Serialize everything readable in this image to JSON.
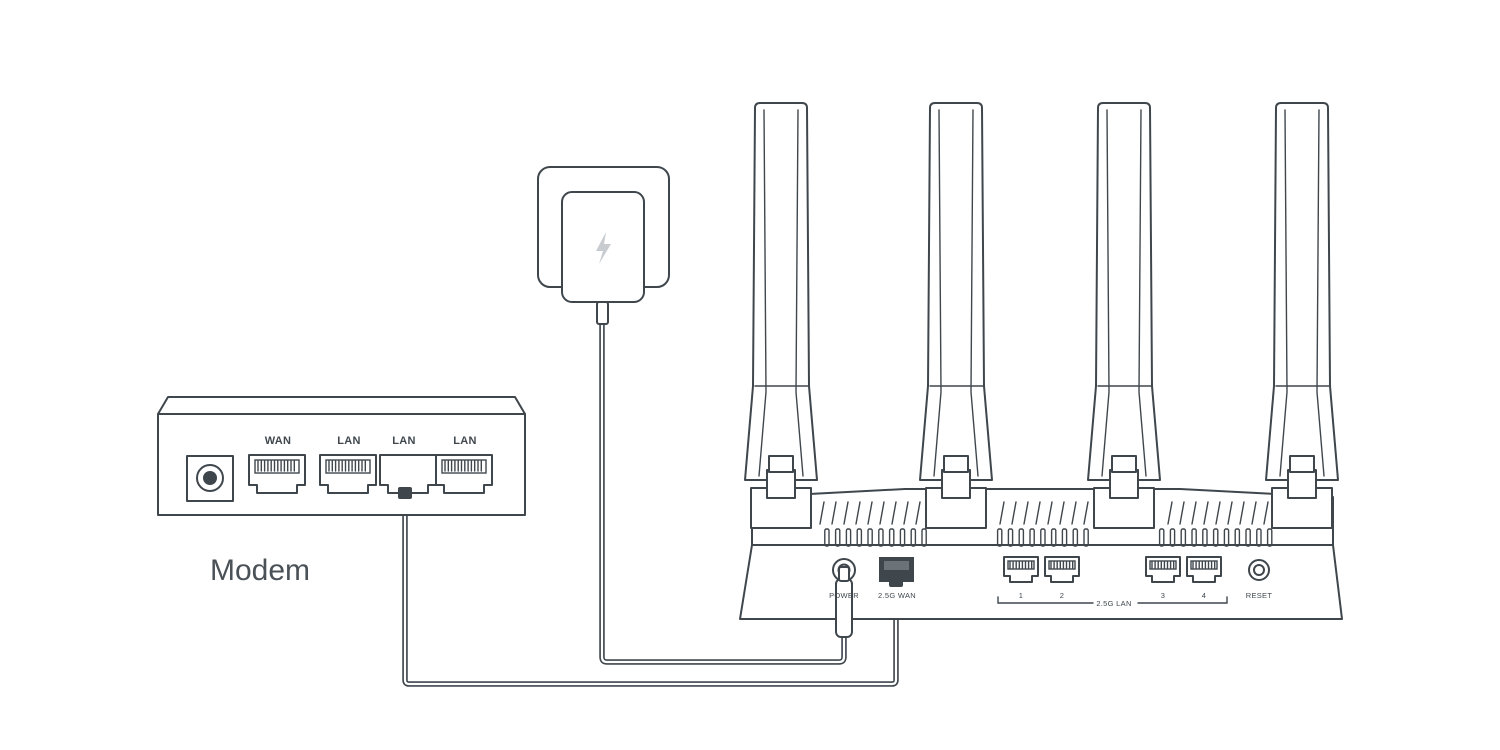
{
  "modem": {
    "label": "Modem",
    "ports": [
      "WAN",
      "LAN",
      "LAN",
      "LAN"
    ]
  },
  "router": {
    "power_label": "POWER",
    "wan_label": "2.5G WAN",
    "lan_numbers": [
      "1",
      "2",
      "3",
      "4"
    ],
    "lan_group_label": "2.5G LAN",
    "reset_label": "RESET"
  },
  "adapter": {
    "icon": "lightning-bolt-icon"
  },
  "colors": {
    "line": "#3f474d",
    "active_port": "#3f474d",
    "bolt": "#c8ccd0",
    "background": "#ffffff"
  }
}
